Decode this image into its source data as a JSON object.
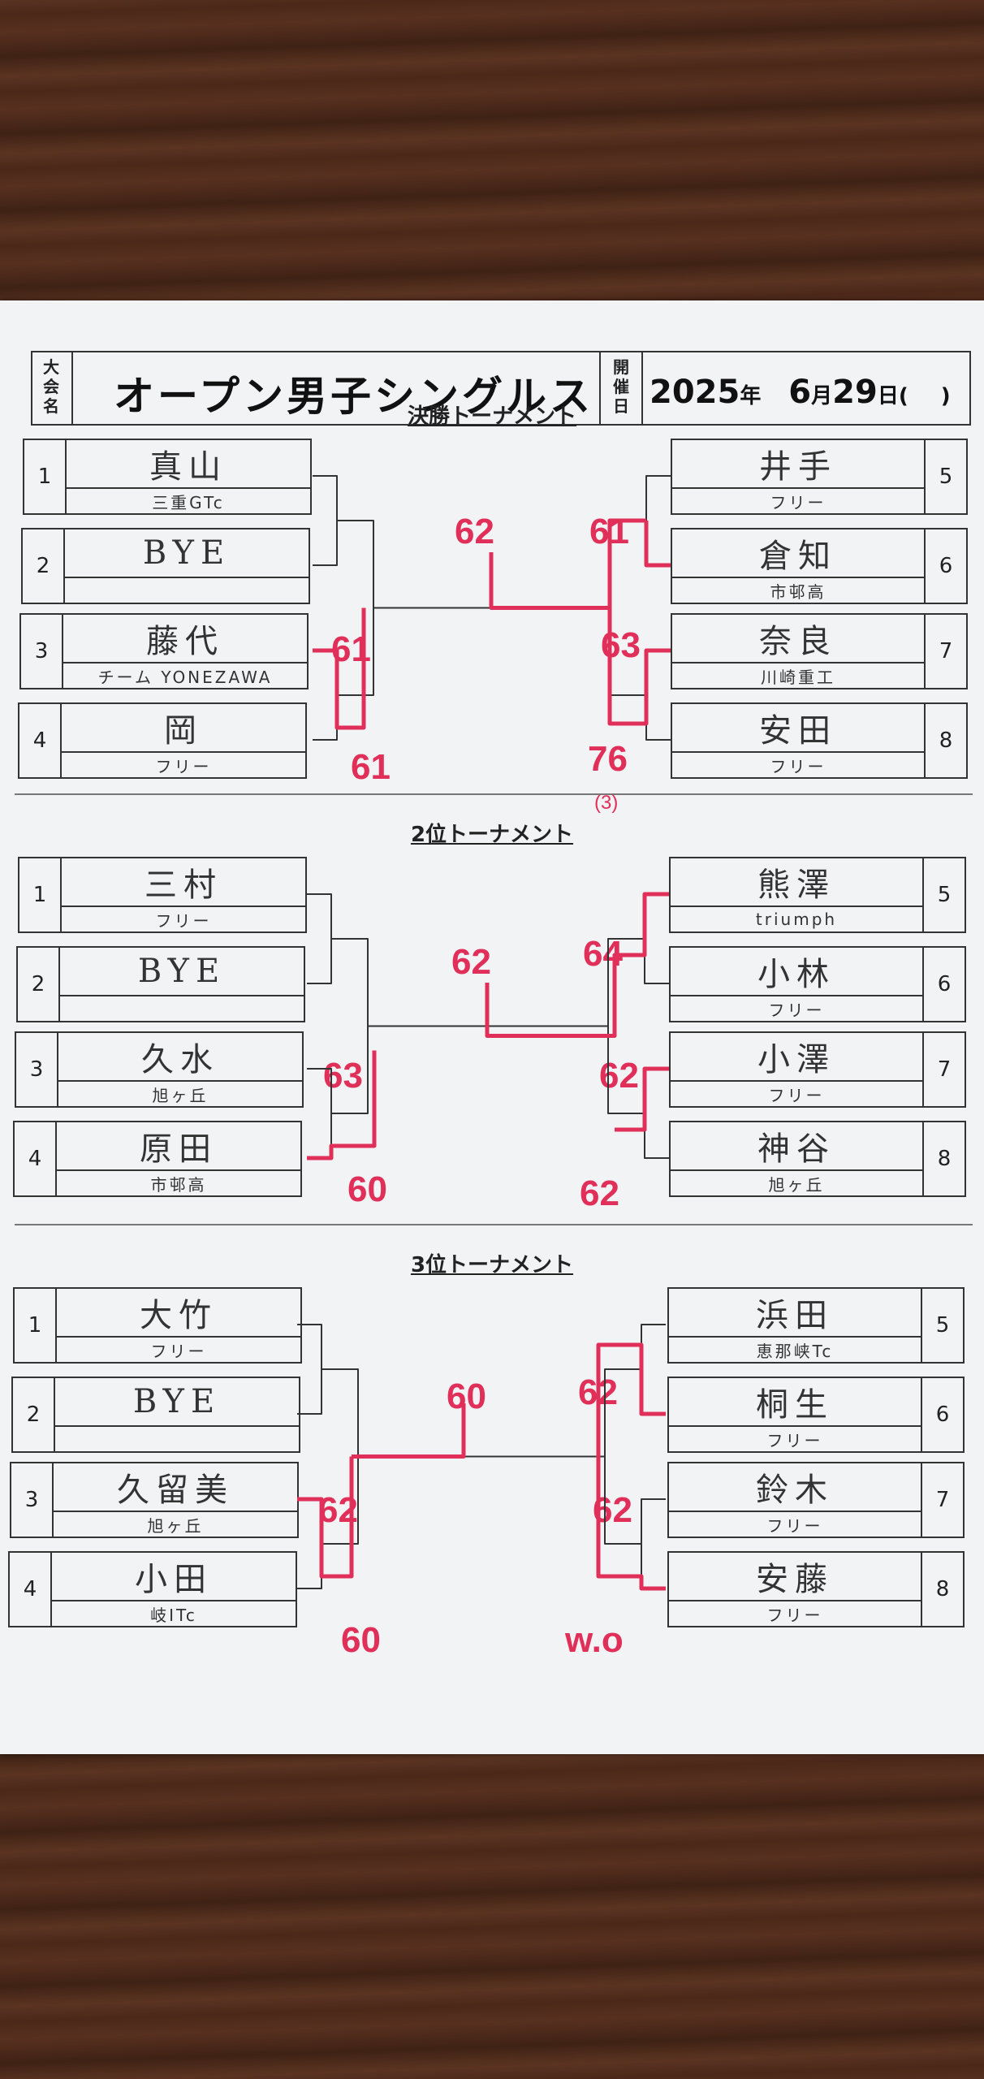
{
  "header": {
    "label_taikai": "大会名",
    "event_name": "オープン男子シングルス",
    "label_kaisai": "開催日",
    "year": "2025",
    "year_unit": "年",
    "month": "6",
    "month_unit": "月",
    "day": "29",
    "day_unit": "日(",
    "weekday": "",
    "close_paren": ")"
  },
  "sections": [
    {
      "title": "決勝トーナメント",
      "left": [
        {
          "seed": "1",
          "name": "真山",
          "team": "三重GTc"
        },
        {
          "seed": "2",
          "name": "BYE",
          "team": ""
        },
        {
          "seed": "3",
          "name": "藤代",
          "team": "チーム YONEZAWA"
        },
        {
          "seed": "4",
          "name": "岡",
          "team": "フリー"
        }
      ],
      "right": [
        {
          "seed": "5",
          "name": "井手",
          "team": "フリー"
        },
        {
          "seed": "6",
          "name": "倉知",
          "team": "市邨高"
        },
        {
          "seed": "7",
          "name": "奈良",
          "team": "川崎重工"
        },
        {
          "seed": "8",
          "name": "安田",
          "team": "フリー"
        }
      ],
      "scores": {
        "left_r1_bottom": "61",
        "left_semi": "61",
        "final": "62",
        "right_r1_top": "61",
        "right_semi": "63",
        "right_r1_bottom": "76",
        "right_r1_bottom_tb": "(3)"
      }
    },
    {
      "title": "2位トーナメント",
      "left": [
        {
          "seed": "1",
          "name": "三村",
          "team": "フリー"
        },
        {
          "seed": "2",
          "name": "BYE",
          "team": ""
        },
        {
          "seed": "3",
          "name": "久水",
          "team": "旭ヶ丘"
        },
        {
          "seed": "4",
          "name": "原田",
          "team": "市邨高"
        }
      ],
      "right": [
        {
          "seed": "5",
          "name": "熊澤",
          "team": "triumph"
        },
        {
          "seed": "6",
          "name": "小林",
          "team": "フリー"
        },
        {
          "seed": "7",
          "name": "小澤",
          "team": "フリー"
        },
        {
          "seed": "8",
          "name": "神谷",
          "team": "旭ヶ丘"
        }
      ],
      "scores": {
        "left_semi": "63",
        "left_r1_bottom": "60",
        "final": "62",
        "right_r1_top": "64",
        "right_semi": "62",
        "right_r1_bottom": "62"
      }
    },
    {
      "title": "3位トーナメント",
      "left": [
        {
          "seed": "1",
          "name": "大竹",
          "team": "フリー"
        },
        {
          "seed": "2",
          "name": "BYE",
          "team": ""
        },
        {
          "seed": "3",
          "name": "久留美",
          "team": "旭ヶ丘"
        },
        {
          "seed": "4",
          "name": "小田",
          "team": "岐ITc"
        }
      ],
      "right": [
        {
          "seed": "5",
          "name": "浜田",
          "team": "恵那峡Tc"
        },
        {
          "seed": "6",
          "name": "桐生",
          "team": "フリー"
        },
        {
          "seed": "7",
          "name": "鈴木",
          "team": "フリー"
        },
        {
          "seed": "8",
          "name": "安藤",
          "team": "フリー"
        }
      ],
      "scores": {
        "left_semi": "62",
        "left_r1_bottom": "60",
        "final": "60",
        "right_r1_top": "62",
        "right_semi": "62",
        "right_r1_bottom": "w.o"
      }
    }
  ],
  "colors": {
    "ink": "#333333",
    "red_marker": "#e0305a",
    "paper": "#f2f3f5"
  }
}
